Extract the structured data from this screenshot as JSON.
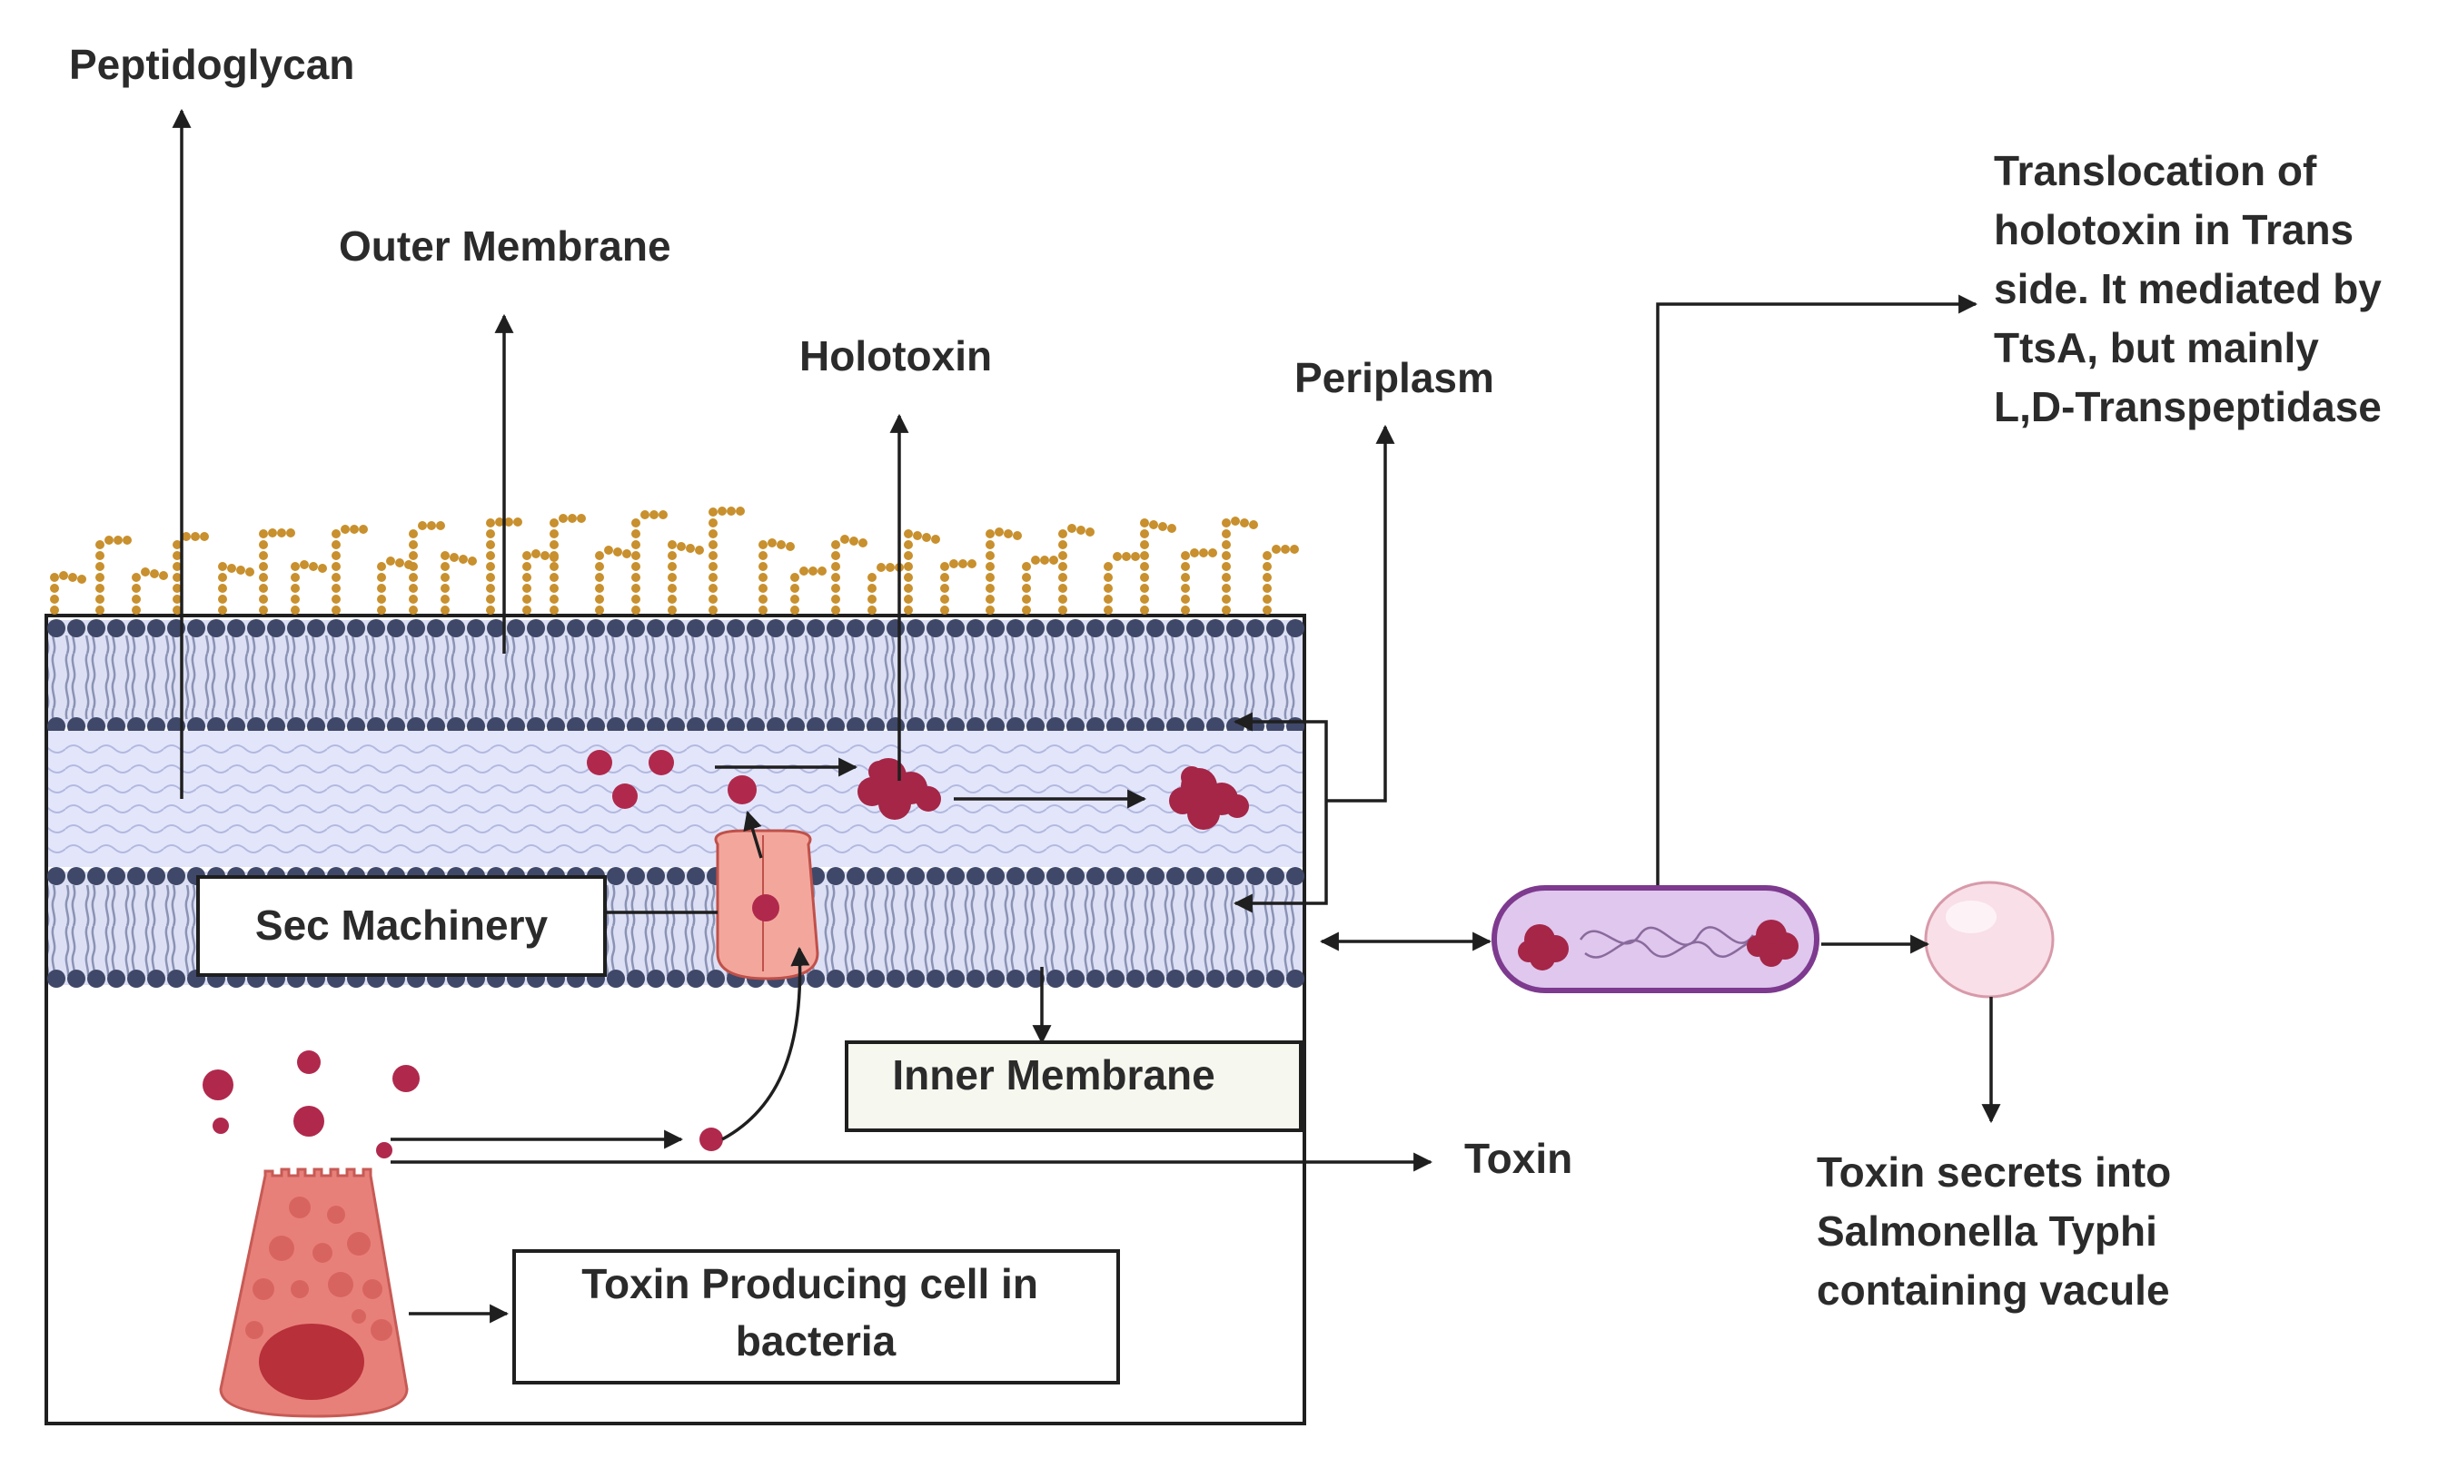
{
  "labels": {
    "peptidoglycan": "Peptidoglycan",
    "outer_membrane": "Outer Membrane",
    "holotoxin": "Holotoxin",
    "periplasm": "Periplasm",
    "sec_machinery": "Sec Machinery",
    "inner_membrane": "Inner Membrane",
    "toxin": "Toxin",
    "toxin_producing_cell": [
      "Toxin Producing cell in",
      "bacteria"
    ],
    "translocation": [
      "Translocation of",
      "holotoxin in Trans",
      "side. It mediated by",
      "TtsA, but mainly",
      "L,D-Transpeptidase"
    ],
    "toxin_secretes": [
      "Toxin secrets into",
      "Salmonella Typhi",
      "containing vacule"
    ]
  },
  "colors": {
    "peptidoglycan": "#c8902e",
    "lipid_head": "#3f4868",
    "lipid_tail": "#8b93b5",
    "periplasm_fill": "#e3e6fb",
    "toxin": "#b0294c",
    "holotoxin": "#a52647",
    "producing_cell": "#e8807a",
    "producing_cell_nucleus": "#b8303a",
    "sec_channel": "#f3a79c",
    "bacterium_fill": "#dfc7ee",
    "bacterium_outline": "#7d3a8e",
    "vacuole": "#f9dfe7",
    "inner_membrane_box": "#f6f7ee"
  }
}
